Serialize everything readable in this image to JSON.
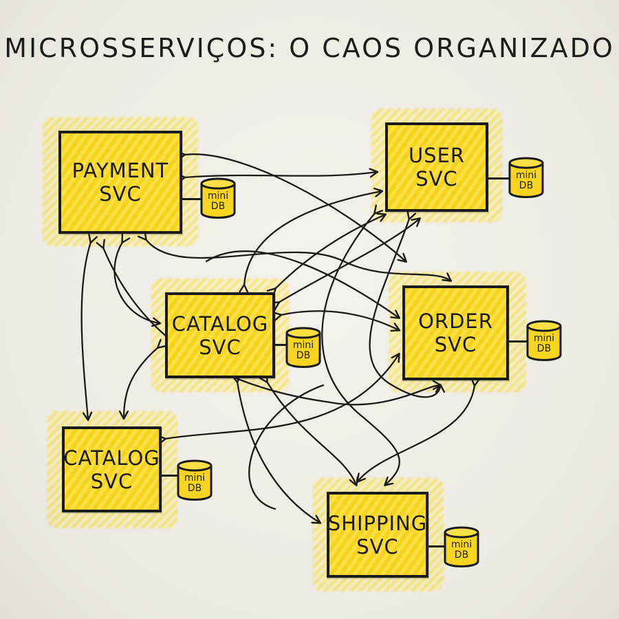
{
  "diagram": {
    "title": "MICROSSERVIÇOS: O CAOS ORGANIZADO",
    "services": [
      {
        "id": "payment",
        "line1": "PAYMENT",
        "line2": "SVC",
        "db_line1": "mini",
        "db_line2": "DB"
      },
      {
        "id": "user",
        "line1": "USER",
        "line2": "SVC",
        "db_line1": "mini",
        "db_line2": "DB"
      },
      {
        "id": "catalog-center",
        "line1": "CATALOG",
        "line2": "SVC",
        "db_line1": "mini",
        "db_line2": "DB"
      },
      {
        "id": "order",
        "line1": "ORDER",
        "line2": "SVC",
        "db_line1": "mini",
        "db_line2": "DB"
      },
      {
        "id": "catalog-left",
        "line1": "CATALOG",
        "line2": "SVC",
        "db_line1": "mini",
        "db_line2": "DB"
      },
      {
        "id": "shipping",
        "line1": "SHIPPING",
        "line2": "SVC",
        "db_line1": "mini",
        "db_line2": "DB"
      }
    ],
    "colors": {
      "box_fill": "#f7d41f",
      "outline": "#1b1b1b",
      "paper": "#efede6"
    }
  }
}
